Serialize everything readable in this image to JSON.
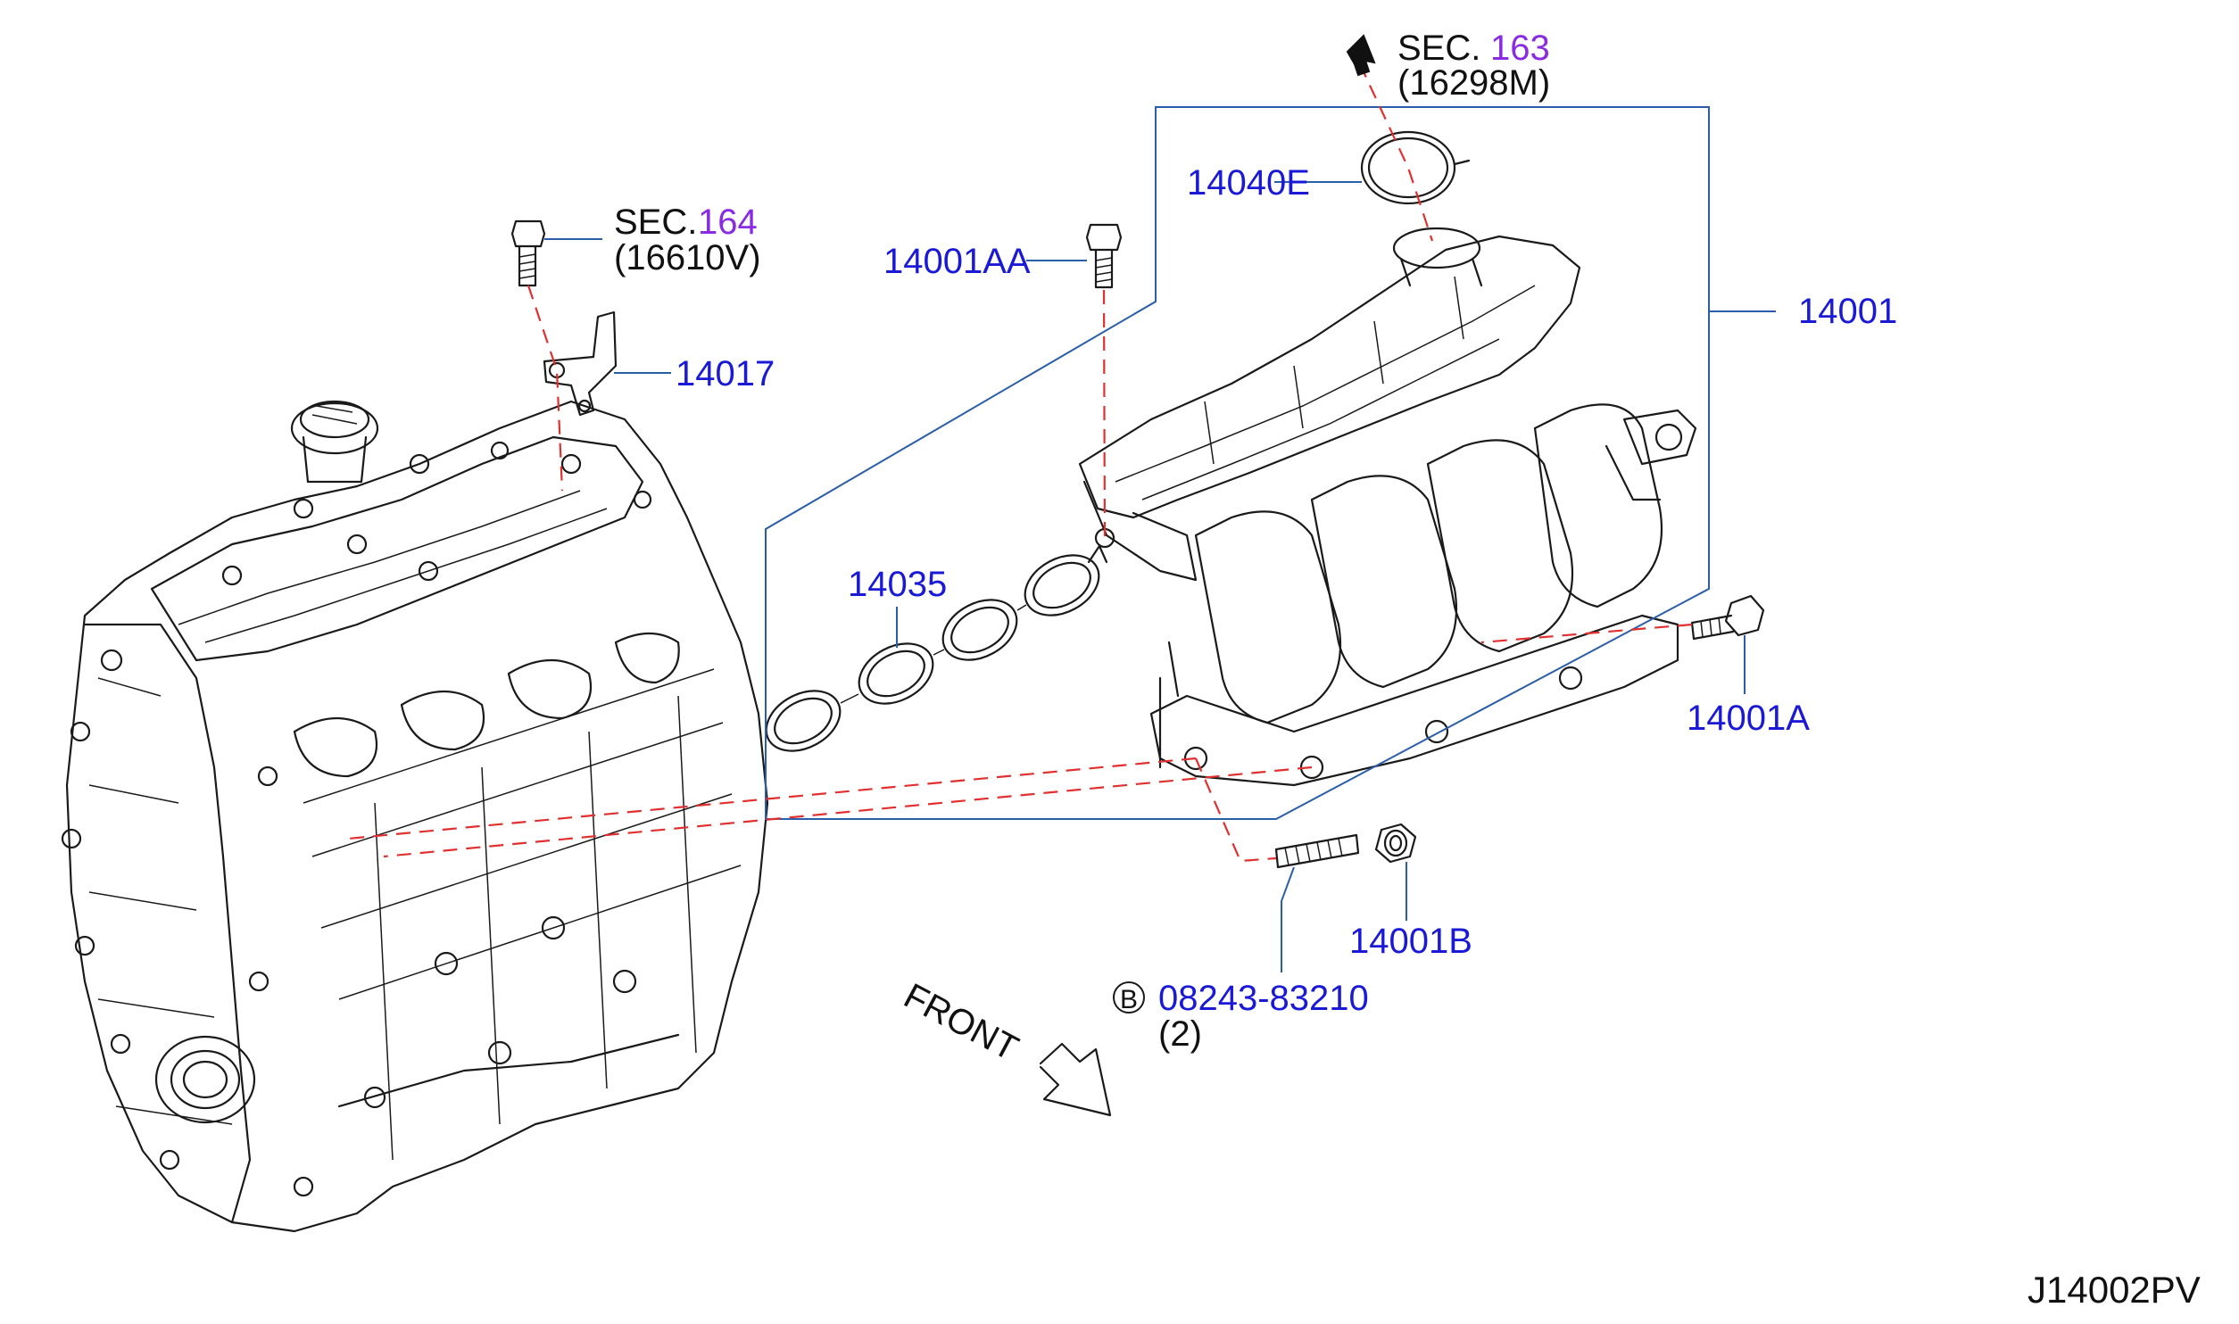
{
  "labels": {
    "sec_163": "SEC.",
    "sec_163_num": "163",
    "sec_163_part": "(16298M)",
    "sec_164": "SEC.",
    "sec_164_num": "164",
    "sec_164_part": "(16610V)",
    "p14040E": "14040E",
    "p14001AA": "14001AA",
    "p14001": "14001",
    "p14017": "14017",
    "p14035": "14035",
    "p14001A": "14001A",
    "p14001B": "14001B",
    "bolt_b_marker": "B",
    "bolt_b_part": "08243-83210",
    "bolt_b_qty": "(2)",
    "front": "FRONT",
    "diagram_code": "J14002PV"
  },
  "colors": {
    "part_number": "#1a1ad6",
    "section_number": "#8a2be2",
    "leader_line": "#2b5ea8",
    "dashed_line": "#e03030"
  }
}
